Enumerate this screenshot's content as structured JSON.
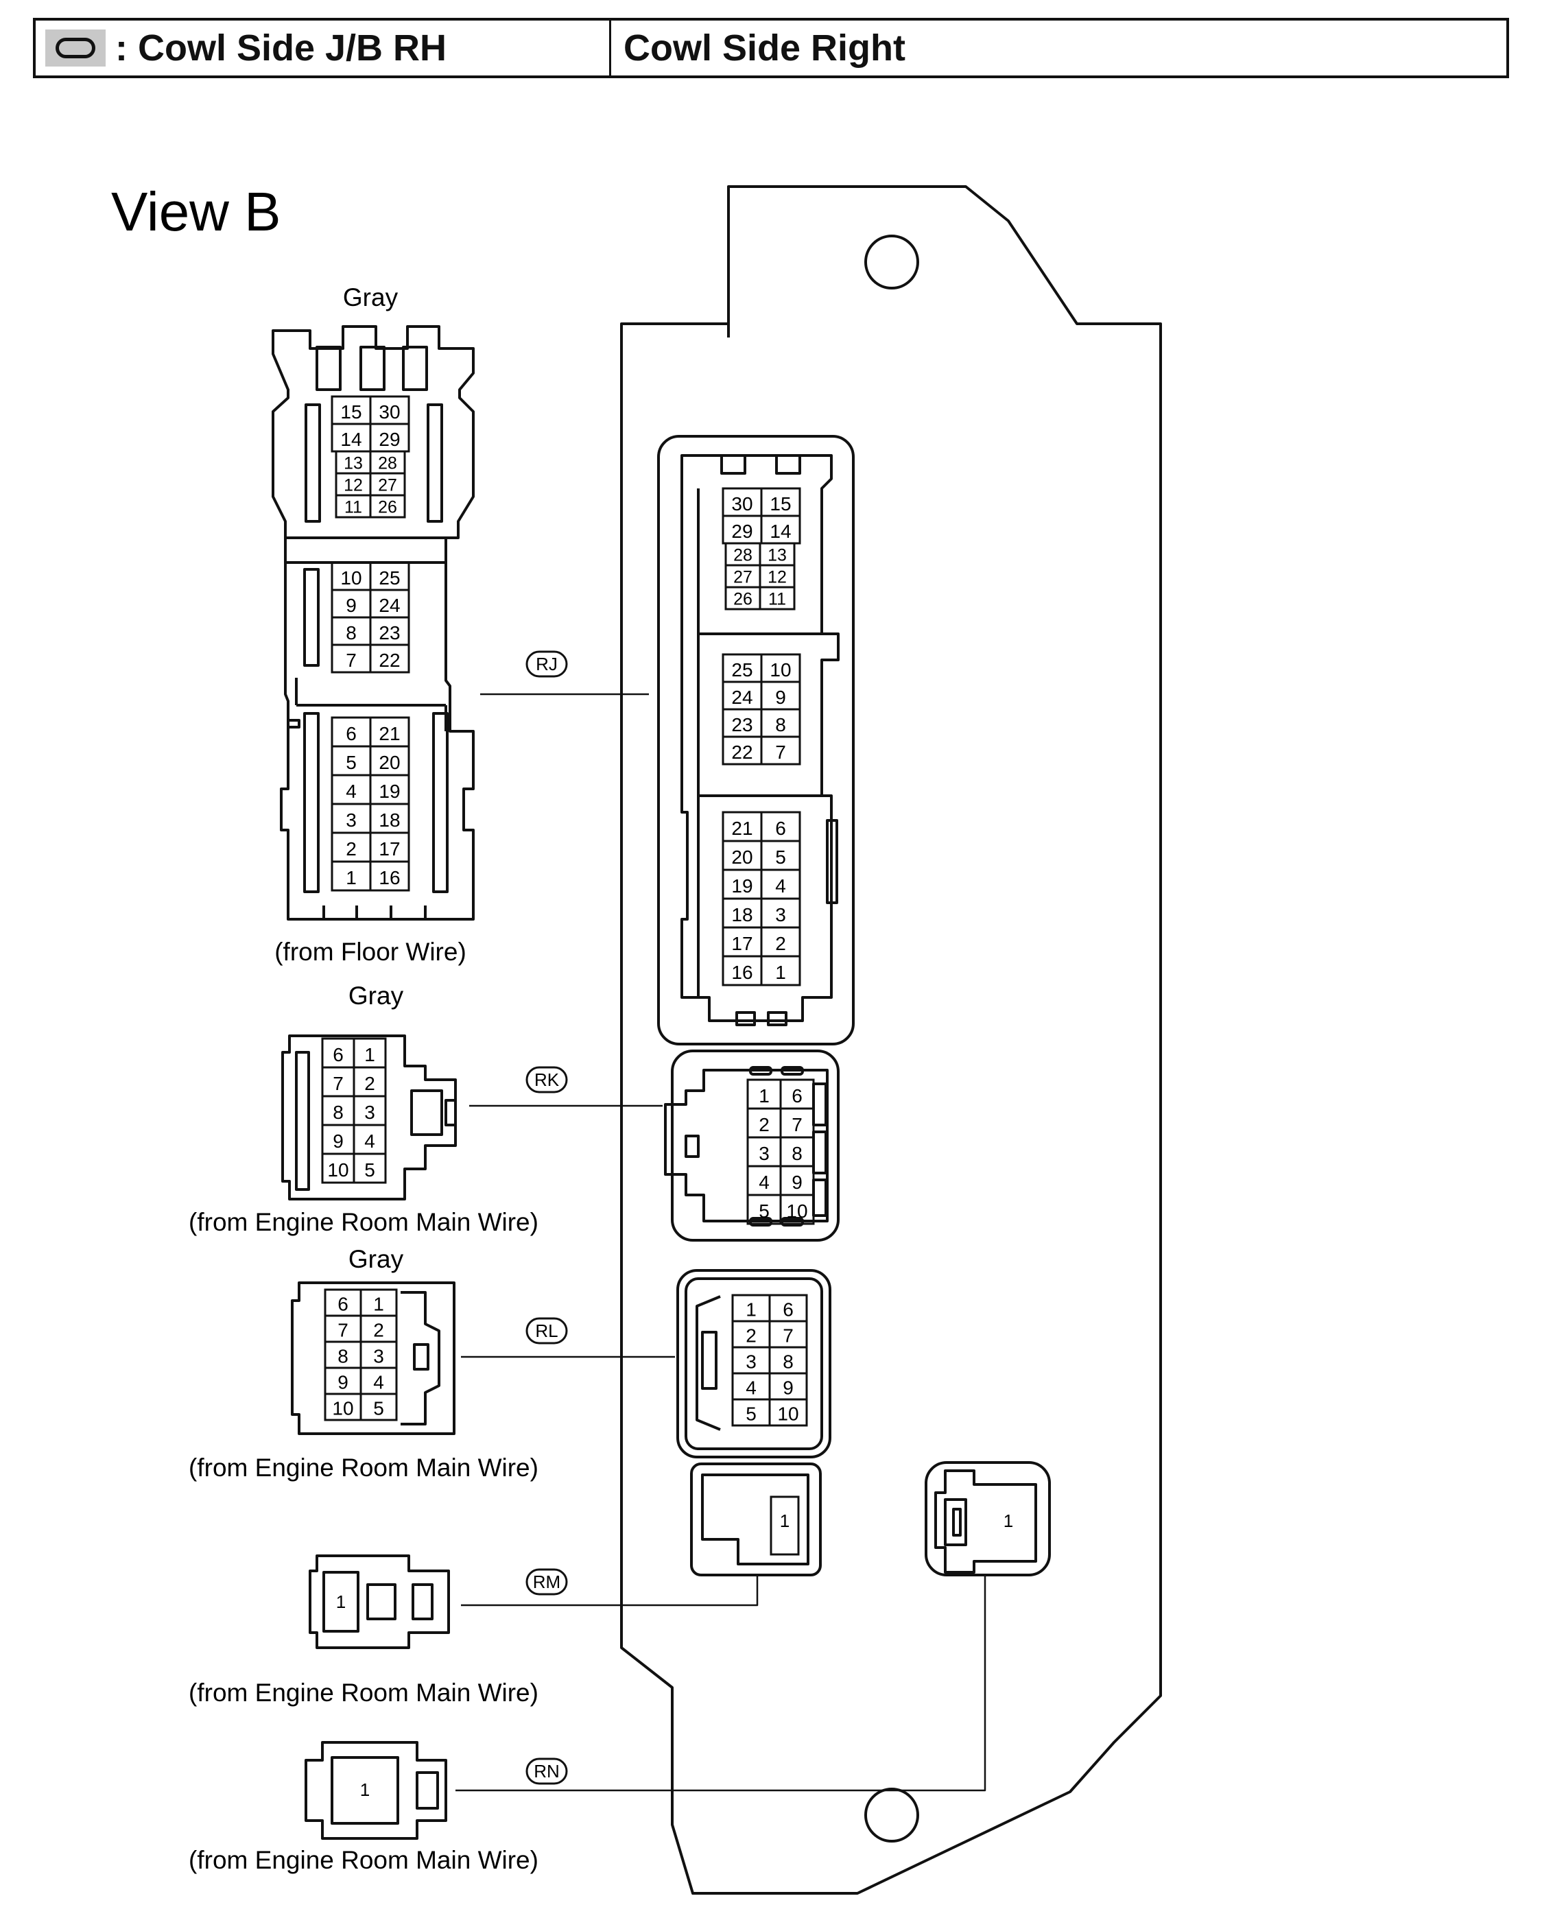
{
  "header": {
    "symbol_icon": "rounded-rectangle-icon",
    "symbol_bg": "#c8c8c8",
    "left_title": ": Cowl Side J/B RH",
    "right_title": "Cowl Side Right"
  },
  "view_title": "View B",
  "connectors": {
    "rj": {
      "code": "RJ",
      "color": "Gray",
      "wire": "(from Floor Wire)",
      "left_pins": [
        [
          [
            "15",
            "30"
          ],
          [
            "14",
            "29"
          ],
          [
            "13",
            "28"
          ],
          [
            "12",
            "27"
          ],
          [
            "11",
            "26"
          ]
        ],
        [
          [
            "10",
            "25"
          ],
          [
            "9",
            "24"
          ],
          [
            "8",
            "23"
          ],
          [
            "7",
            "22"
          ]
        ],
        [
          [
            "6",
            "21"
          ],
          [
            "5",
            "20"
          ],
          [
            "4",
            "19"
          ],
          [
            "3",
            "18"
          ],
          [
            "2",
            "17"
          ],
          [
            "1",
            "16"
          ]
        ]
      ],
      "right_pins": [
        [
          [
            "30",
            "15"
          ],
          [
            "29",
            "14"
          ],
          [
            "28",
            "13"
          ],
          [
            "27",
            "12"
          ],
          [
            "26",
            "11"
          ]
        ],
        [
          [
            "25",
            "10"
          ],
          [
            "24",
            "9"
          ],
          [
            "23",
            "8"
          ],
          [
            "22",
            "7"
          ]
        ],
        [
          [
            "21",
            "6"
          ],
          [
            "20",
            "5"
          ],
          [
            "19",
            "4"
          ],
          [
            "18",
            "3"
          ],
          [
            "17",
            "2"
          ],
          [
            "16",
            "1"
          ]
        ]
      ]
    },
    "rk": {
      "code": "RK",
      "color": "Gray",
      "wire": "(from Engine Room Main Wire)",
      "left_pins": [
        [
          "6",
          "1"
        ],
        [
          "7",
          "2"
        ],
        [
          "8",
          "3"
        ],
        [
          "9",
          "4"
        ],
        [
          "10",
          "5"
        ]
      ],
      "right_pins": [
        [
          "1",
          "6"
        ],
        [
          "2",
          "7"
        ],
        [
          "3",
          "8"
        ],
        [
          "4",
          "9"
        ],
        [
          "5",
          "10"
        ]
      ]
    },
    "rl": {
      "code": "RL",
      "wire": "(from Engine Room Main Wire)",
      "left_pins": [
        [
          "6",
          "1"
        ],
        [
          "7",
          "2"
        ],
        [
          "8",
          "3"
        ],
        [
          "9",
          "4"
        ],
        [
          "10",
          "5"
        ]
      ],
      "right_pins": [
        [
          "1",
          "6"
        ],
        [
          "2",
          "7"
        ],
        [
          "3",
          "8"
        ],
        [
          "4",
          "9"
        ],
        [
          "5",
          "10"
        ]
      ]
    },
    "rm": {
      "code": "RM",
      "wire": "(from Engine Room Main Wire)",
      "pin": "1"
    },
    "rn": {
      "code": "RN",
      "wire": "(from Engine Room Main Wire)",
      "pin": "1"
    }
  }
}
